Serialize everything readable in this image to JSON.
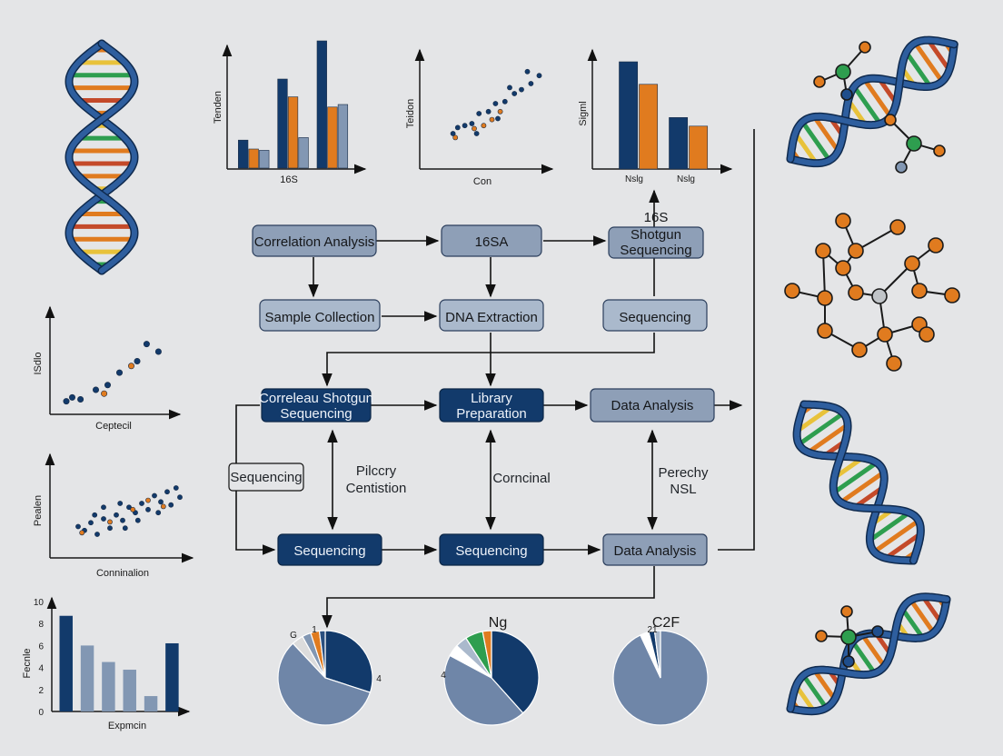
{
  "colors": {
    "navy": "#123a6b",
    "blue": "#1f4e8c",
    "orange": "#e07b1f",
    "slate": "#8297b3",
    "pale": "#aab9cc",
    "green": "#2e9e4f",
    "yellow": "#e8c23a",
    "background": "#e4e5e7"
  },
  "flow": {
    "row1": {
      "left": "Correlation Analysis",
      "mid": "16SA",
      "right_line1": "16S",
      "right_line2": "Shotgun",
      "right_line3": "Sequencing"
    },
    "row2": {
      "left": "Sample Collection",
      "mid": "DNA Extraction",
      "right": "Sequencing"
    },
    "row3": {
      "left_line1": "Correleau Shotgun",
      "left_line2": "Sequencing",
      "mid_line1": "Library",
      "mid_line2": "Preparation",
      "right": "Data Analysis"
    },
    "row4": {
      "left": "Sequencing",
      "mid": "Sequencing",
      "right": "Data Analysis"
    },
    "side_label": "Sequencing",
    "annotations": {
      "a1_line1": "Pilccry",
      "a1_line2": "Centistion",
      "a2": "Corncinal",
      "a3_line1": "Perechy",
      "a3_line2": "NSL"
    }
  },
  "chart_data": [
    {
      "type": "bar",
      "ylabel": "Tenden",
      "xlabel": "16S",
      "series": [
        {
          "values": [
            22,
            70,
            100
          ]
        },
        {
          "values": [
            15,
            56,
            48
          ]
        },
        {
          "values": [
            14,
            24,
            50
          ]
        }
      ]
    },
    {
      "type": "scatter",
      "ylabel": "Teidon",
      "xlabel": "Con",
      "series": [
        {
          "points": [
            [
              22,
              30
            ],
            [
              26,
              36
            ],
            [
              32,
              38
            ],
            [
              38,
              40
            ],
            [
              44,
              50
            ],
            [
              52,
              52
            ],
            [
              58,
              60
            ],
            [
              66,
              62
            ],
            [
              74,
              70
            ],
            [
              80,
              74
            ],
            [
              88,
              80
            ],
            [
              95,
              88
            ],
            [
              60,
              45
            ],
            [
              42,
              30
            ],
            [
              70,
              76
            ],
            [
              85,
              92
            ]
          ]
        },
        {
          "points": [
            [
              24,
              26
            ],
            [
              40,
              35
            ],
            [
              55,
              44
            ],
            [
              48,
              38
            ],
            [
              62,
              52
            ]
          ]
        }
      ]
    },
    {
      "type": "bar",
      "ylabel": "Sigml",
      "categories": [
        "Nslg",
        "Nslg"
      ],
      "series": [
        {
          "values": [
            100,
            48
          ]
        },
        {
          "values": [
            79,
            40
          ]
        }
      ]
    },
    {
      "type": "scatter",
      "ylabel": "ISdlo",
      "xlabel": "Ceptecil",
      "series": [
        {
          "points": [
            [
              10,
              8
            ],
            [
              15,
              12
            ],
            [
              22,
              10
            ],
            [
              35,
              20
            ],
            [
              45,
              25
            ],
            [
              55,
              38
            ],
            [
              70,
              50
            ],
            [
              78,
              68
            ],
            [
              88,
              60
            ]
          ]
        },
        {
          "points": [
            [
              42,
              16
            ],
            [
              65,
              45
            ]
          ]
        }
      ]
    },
    {
      "type": "scatter",
      "ylabel": "Pealen",
      "xlabel": "Conninalion",
      "series": [
        {
          "points": [
            [
              15,
              30
            ],
            [
              20,
              25
            ],
            [
              25,
              35
            ],
            [
              30,
              20
            ],
            [
              35,
              40
            ],
            [
              40,
              28
            ],
            [
              45,
              45
            ],
            [
              50,
              38
            ],
            [
              55,
              55
            ],
            [
              60,
              48
            ],
            [
              65,
              60
            ],
            [
              70,
              52
            ],
            [
              75,
              70
            ],
            [
              80,
              62
            ],
            [
              85,
              75
            ],
            [
              92,
              80
            ],
            [
              35,
              55
            ],
            [
              48,
              60
            ],
            [
              62,
              38
            ],
            [
              78,
              48
            ],
            [
              88,
              58
            ],
            [
              28,
              45
            ],
            [
              52,
              28
            ],
            [
              95,
              68
            ]
          ]
        },
        {
          "points": [
            [
              18,
              22
            ],
            [
              40,
              36
            ],
            [
              58,
              52
            ],
            [
              70,
              64
            ],
            [
              82,
              56
            ]
          ]
        }
      ]
    },
    {
      "type": "bar",
      "ylabel": "Fecnle",
      "xlabel": "Expmcin",
      "yticks": [
        "0",
        "2",
        "4",
        "6",
        "8",
        "10"
      ],
      "ylim": [
        0,
        10
      ],
      "values": [
        8.7,
        6.0,
        4.5,
        3.8,
        1.4,
        6.2
      ]
    },
    {
      "type": "pie",
      "labels": [
        "G",
        "1",
        "4"
      ],
      "values": [
        30,
        58,
        4,
        3,
        3,
        2
      ]
    },
    {
      "type": "pie",
      "title": "Ng",
      "labels": [
        "4"
      ],
      "values": [
        38,
        44,
        4,
        4,
        6,
        3
      ]
    },
    {
      "type": "pie",
      "title": "C2F",
      "labels": [
        "21"
      ],
      "values": [
        93,
        3,
        2,
        2
      ]
    }
  ]
}
